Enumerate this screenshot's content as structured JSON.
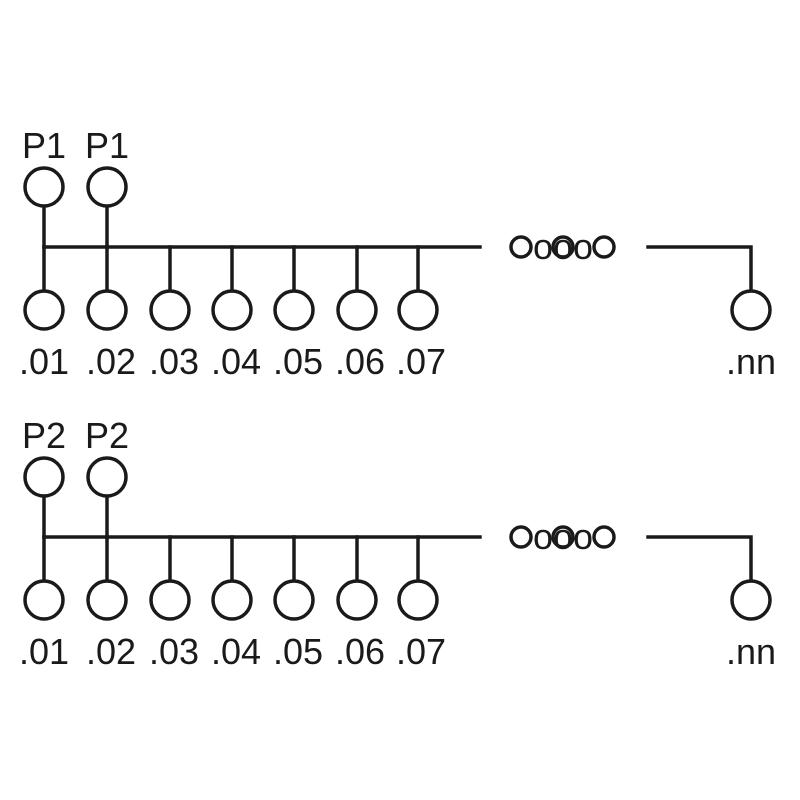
{
  "groups": [
    {
      "ports": [
        "P1",
        "P1"
      ],
      "nodes": [
        ".01",
        ".02",
        ".03",
        ".04",
        ".05",
        ".06",
        ".07"
      ],
      "ellipsis": "ooo",
      "last_node": ".nn"
    },
    {
      "ports": [
        "P2",
        "P2"
      ],
      "nodes": [
        ".01",
        ".02",
        ".03",
        ".04",
        ".05",
        ".06",
        ".07"
      ],
      "ellipsis": "ooo",
      "last_node": ".nn"
    }
  ]
}
